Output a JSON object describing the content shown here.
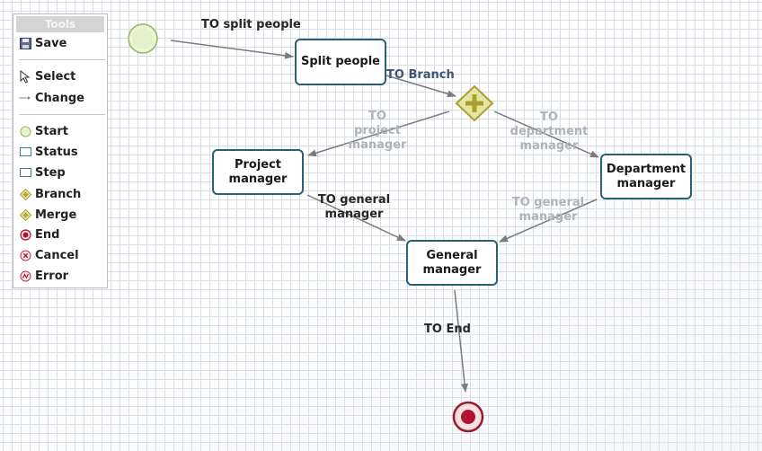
{
  "toolbox": {
    "title": "Tools",
    "save": "Save",
    "select": "Select",
    "change": "Change",
    "start": "Start",
    "status": "Status",
    "step": "Step",
    "branch": "Branch",
    "merge": "Merge",
    "end": "End",
    "cancel": "Cancel",
    "error": "Error"
  },
  "nodes": {
    "split_people": "Split people",
    "project_manager": "Project manager",
    "department_manager": "Department manager",
    "general_manager": "General manager"
  },
  "edges": {
    "to_split_people": "TO split people",
    "to_branch": "TO Branch",
    "to_project_manager": "TO project manager",
    "to_department_manager": "TO department manager",
    "to_general_manager_left": "TO general manager",
    "to_general_manager_right": "TO general manager",
    "to_end": "TO End"
  },
  "colors": {
    "node_border": "#27607a",
    "gateway_fill": "#e9e4a6",
    "gateway_border": "#a7a02a",
    "start_fill": "#e4f3c9",
    "end_fill": "#b01332",
    "edge_line": "#808080"
  }
}
